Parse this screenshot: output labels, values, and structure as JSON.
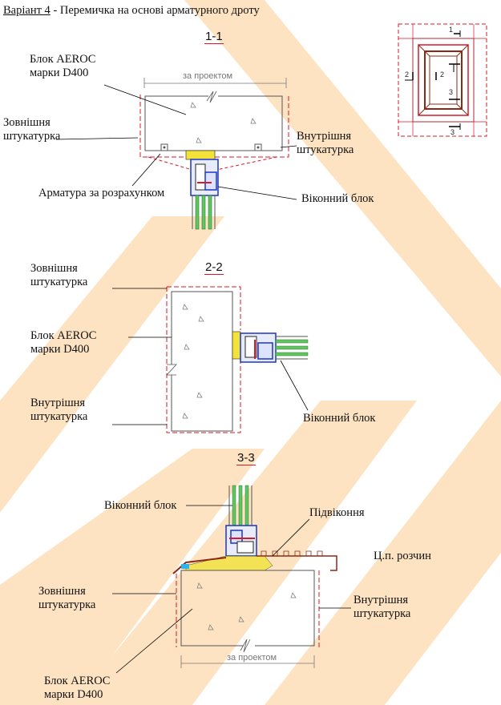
{
  "title": {
    "prefix": "Варіант 4",
    "rest": " - Перемичка на основі арматурного дроту"
  },
  "colors": {
    "watermark": "#fde3c2",
    "outline": "#d8192a",
    "block": "#555555",
    "glass": "#63c463",
    "frame": "#1a35c9",
    "insulation": "#f3e23a"
  },
  "section_1_1": {
    "name": "1-1",
    "block_label": [
      "Блок AEROC",
      "марки D400"
    ],
    "exterior_plaster": [
      "Зовнішня",
      "штукатурка"
    ],
    "interior_plaster": [
      "Внутрішня",
      "штукатурка"
    ],
    "rebar": "Арматура за розрахунком",
    "window": "Віконний блок",
    "dimension": "за проектом"
  },
  "section_2_2": {
    "name": "2-2",
    "exterior_plaster": [
      "Зовнішня",
      "штукатурка"
    ],
    "block_label": [
      "Блок AEROC",
      "марки D400"
    ],
    "interior_plaster": [
      "Внутрішня",
      "штукатурка"
    ],
    "window": "Віконний блок"
  },
  "section_3_3": {
    "name": "3-3",
    "window": "Віконний блок",
    "sill": "Підвіконня",
    "mortar": "Ц.п. розчин",
    "exterior_plaster": [
      "Зовнішня",
      "штукатурка"
    ],
    "interior_plaster": [
      "Внутрішня",
      "штукатурка"
    ],
    "block_label": [
      "Блок AEROC",
      "марки D400"
    ],
    "dimension": "за проектом"
  },
  "key_plan": {
    "marks": [
      "1",
      "2",
      "2",
      "3",
      "3"
    ]
  }
}
